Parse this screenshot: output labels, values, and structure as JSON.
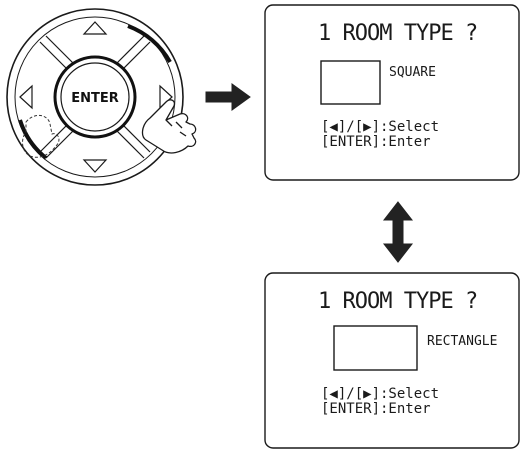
{
  "remote": {
    "enter_label": "ENTER"
  },
  "screens": [
    {
      "title": "1 ROOM TYPE ?",
      "option_label": "SQUARE",
      "help_line_1": "[◀]/[▶]:Select",
      "help_line_2": "[ENTER]:Enter"
    },
    {
      "title": "1 ROOM TYPE ?",
      "option_label": "RECTANGLE",
      "help_line_1": "[◀]/[▶]:Select",
      "help_line_2": "[ENTER]:Enter"
    }
  ],
  "colors": {
    "line": "#1a1a1a",
    "arrow": "#222222"
  }
}
